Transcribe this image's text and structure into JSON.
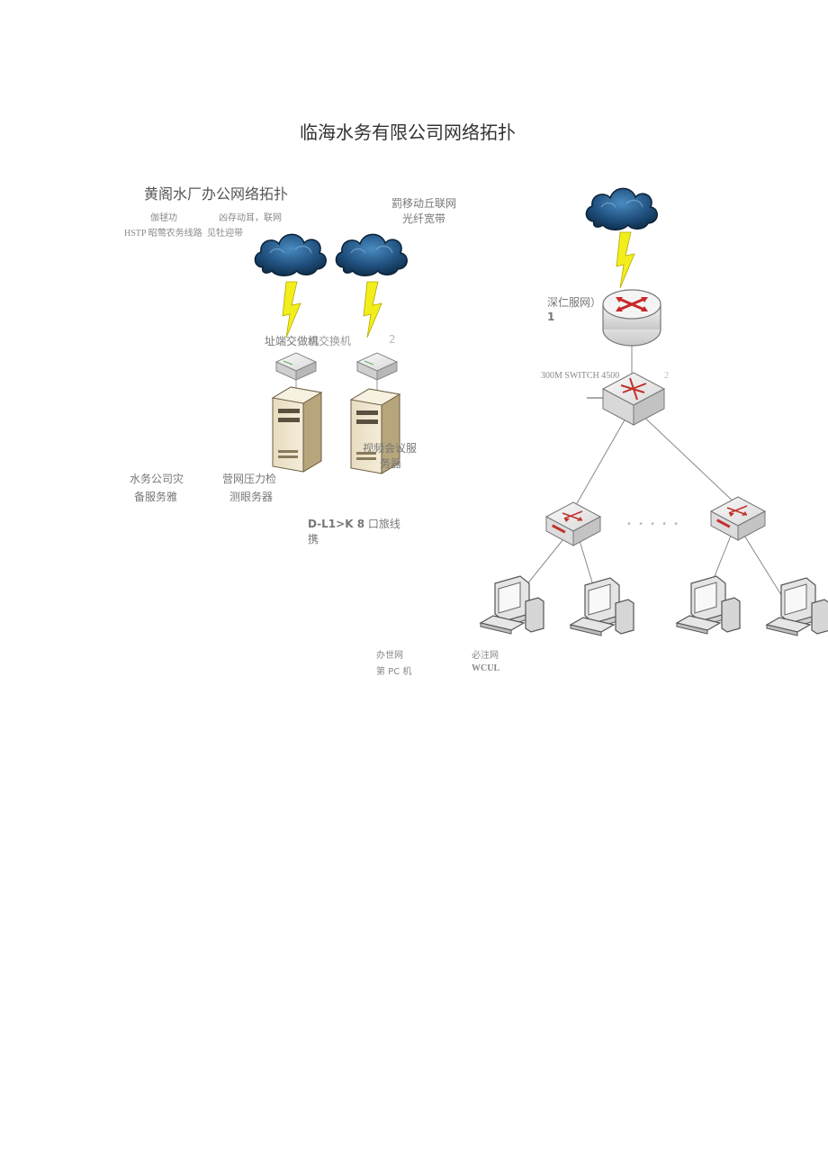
{
  "title": "临海水务有限公司网络拓扑",
  "left_section": {
    "title": "黄阁水厂办公网络拓扑",
    "note_a": "伽毬功",
    "note_b": "凶存动耳，联网",
    "note_c": "HSTP 昭莺农务线路",
    "note_d": "见牡迎带",
    "isp_line1": "罰移动丘联网",
    "isp_line2": "光纤宽带",
    "switch_label_a": "址端交做机",
    "switch_label_b": "端交换机",
    "switch_label_c": "2",
    "server_a_line1": "水务公司灾",
    "server_a_line2": "备服务雅",
    "server_b_line1": "营网压力检",
    "server_b_line2": "测眼务器",
    "server_c_line1": "视频会议服",
    "server_c_line2": "务器",
    "dlink_line1": "D-L1>K 8",
    "dlink_line1b": "口旅线",
    "dlink_line2": "携"
  },
  "right_section": {
    "router_line1": "深仁服网）",
    "router_line2": "1",
    "core_switch": "300M SWITCH 4500",
    "core_switch_mark": "2",
    "dots": "• • • • •",
    "pc_label_a1": "办世网",
    "pc_label_a2": "第 PC 机",
    "pc_label_b1": "必注网",
    "pc_label_b2": "WCUL"
  }
}
